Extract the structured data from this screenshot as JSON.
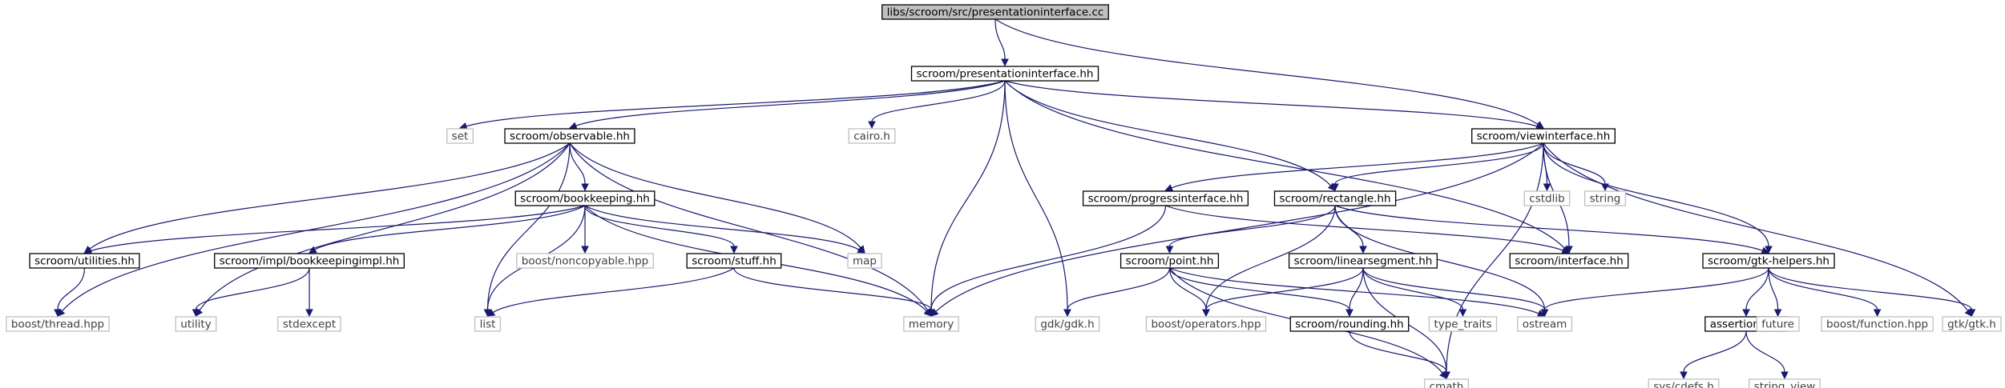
{
  "colors": {
    "edge": "#191970",
    "root_fill": "#bfbfbf",
    "box_border": "#000000",
    "external_border": "#bfbfbf",
    "text_primary": "#000000",
    "text_external": "#404040"
  },
  "nodes": {
    "root": "libs/scroom/src/presentationinterface.cc",
    "presentationinterface_hh": "scroom/presentationinterface.hh",
    "set": "set",
    "observable_hh": "scroom/observable.hh",
    "cairo_h": "cairo.h",
    "viewinterface_hh": "scroom/viewinterface.hh",
    "bookkeeping_hh": "scroom/bookkeeping.hh",
    "progressinterface_hh": "scroom/progressinterface.hh",
    "rectangle_hh": "scroom/rectangle.hh",
    "cstdlib": "cstdlib",
    "string": "string",
    "utilities_hh": "scroom/utilities.hh",
    "bookkeepingimpl_hh": "scroom/impl/bookkeepingimpl.hh",
    "boost_noncopyable": "boost/noncopyable.hpp",
    "stuff_hh": "scroom/stuff.hh",
    "map": "map",
    "point_hh": "scroom/point.hh",
    "linearsegment_hh": "scroom/linearsegment.hh",
    "interface_hh": "scroom/interface.hh",
    "gtk_helpers_hh": "scroom/gtk-helpers.hh",
    "boost_thread": "boost/thread.hpp",
    "utility": "utility",
    "stdexcept": "stdexcept",
    "list": "list",
    "memory": "memory",
    "gdk_h": "gdk/gdk.h",
    "boost_operators": "boost/operators.hpp",
    "rounding_hh": "scroom/rounding.hh",
    "type_traits": "type_traits",
    "ostream": "ostream",
    "assertions_hh": "assertions.hh",
    "future": "future",
    "boost_function": "boost/function.hpp",
    "gtk_h": "gtk/gtk.h",
    "cmath": "cmath",
    "sys_cdefs": "sys/cdefs.h",
    "string_view": "string_view"
  }
}
